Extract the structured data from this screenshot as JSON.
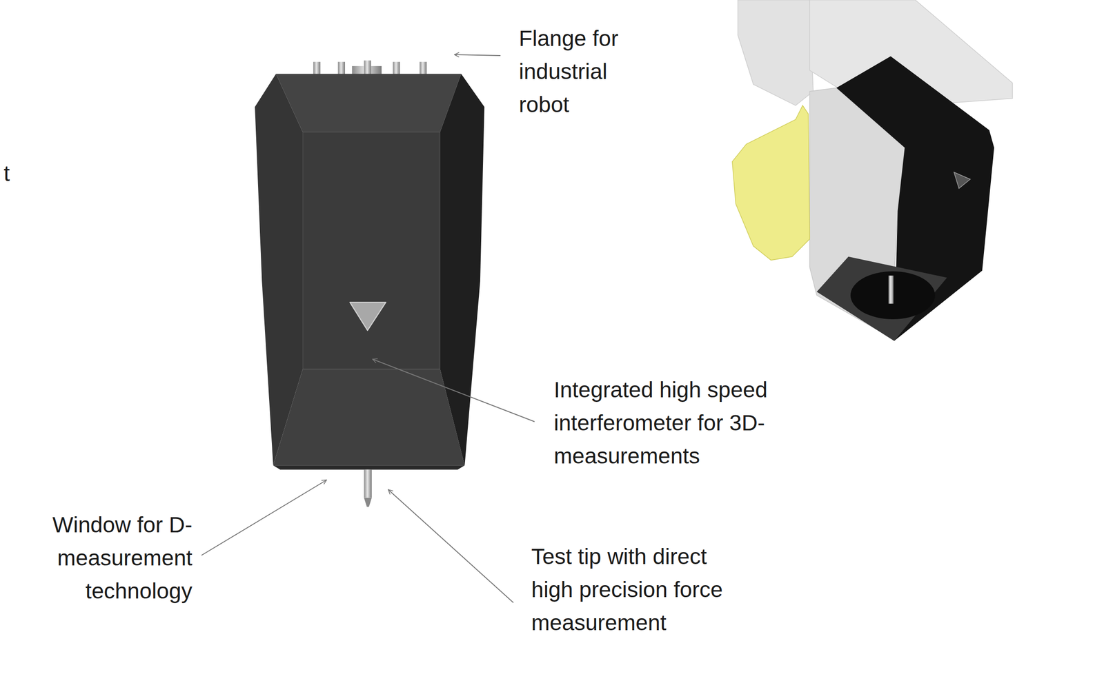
{
  "diagram": {
    "labels": [
      "t",
      "Flange for industrial robot",
      "Integrated high speed interferometer for 3D-measurements",
      "Window for D-measurement technology",
      "Test tip with direct high precision force measurement"
    ]
  }
}
